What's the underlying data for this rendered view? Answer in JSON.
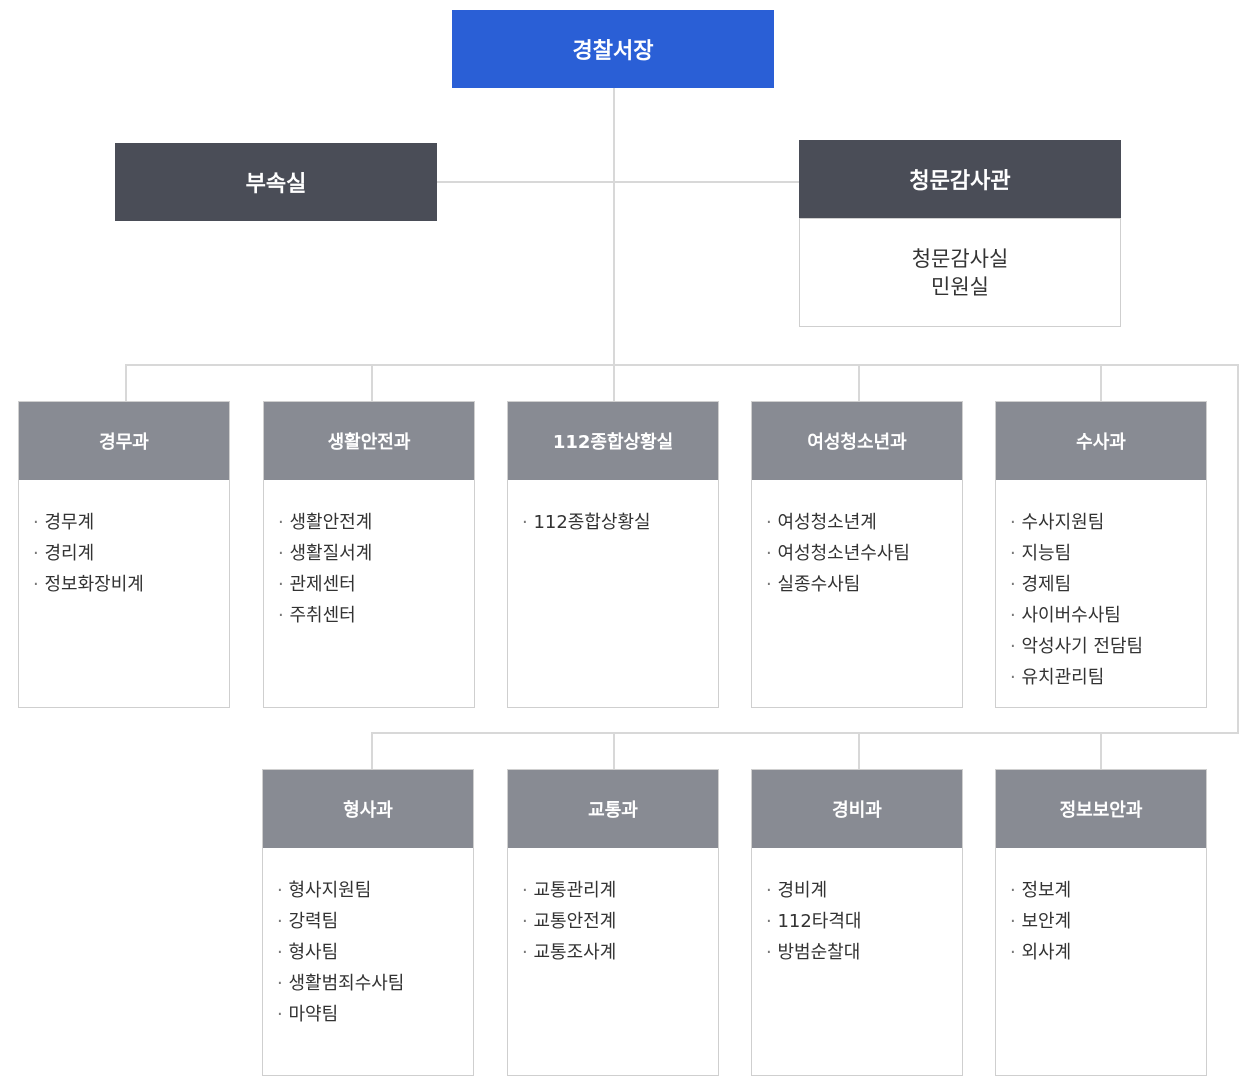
{
  "chief": "경찰서장",
  "side_left": "부속실",
  "side_right": {
    "title": "청문감사관",
    "items": [
      "청문감사실",
      "민원실"
    ]
  },
  "row1": [
    {
      "name": "경무과",
      "items": [
        "경무계",
        "경리계",
        "정보화장비계"
      ]
    },
    {
      "name": "생활안전과",
      "items": [
        "생활안전계",
        "생활질서계",
        "관제센터",
        "주취센터"
      ]
    },
    {
      "name": "112종합상황실",
      "items": [
        "112종합상황실"
      ]
    },
    {
      "name": "여성청소년과",
      "items": [
        "여성청소년계",
        "여성청소년수사팀",
        "실종수사팀"
      ]
    },
    {
      "name": "수사과",
      "items": [
        "수사지원팀",
        "지능팀",
        "경제팀",
        "사이버수사팀",
        "악성사기 전담팀",
        "유치관리팀"
      ]
    }
  ],
  "row2": [
    {
      "name": "형사과",
      "items": [
        "형사지원팀",
        "강력팀",
        "형사팀",
        "생활범죄수사팀",
        "마약팀"
      ]
    },
    {
      "name": "교통과",
      "items": [
        "교통관리계",
        "교통안전계",
        "교통조사계"
      ]
    },
    {
      "name": "경비과",
      "items": [
        "경비계",
        "112타격대",
        "방범순찰대"
      ]
    },
    {
      "name": "정보보안과",
      "items": [
        "정보계",
        "보안계",
        "외사계"
      ]
    }
  ]
}
